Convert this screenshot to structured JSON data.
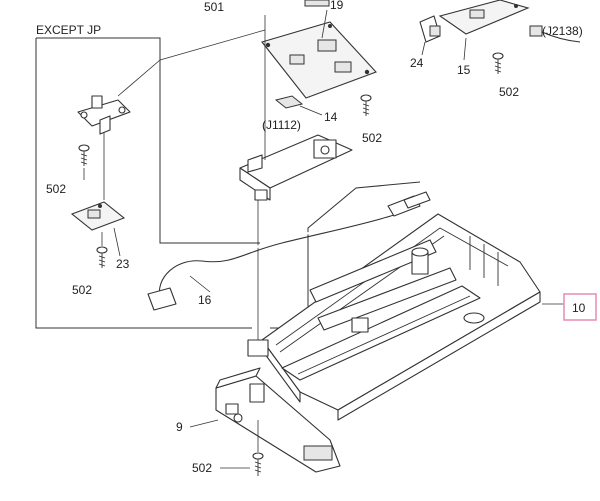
{
  "labels": {
    "except_jp": "EXCEPT JP",
    "p501": "501",
    "p19": "19",
    "p24": "24",
    "p15": "15",
    "j2138": "(J2138)",
    "p502_top_right": "502",
    "p14": "14",
    "j1112": "(J1112)",
    "p502_mid": "502",
    "p502_left_upper": "502",
    "p23": "23",
    "p502_left_lower": "502",
    "p16": "16",
    "p10": "10",
    "p9": "9",
    "p502_bottom": "502"
  },
  "colors": {
    "line": "#333333",
    "highlight_box": "#e892b8"
  }
}
